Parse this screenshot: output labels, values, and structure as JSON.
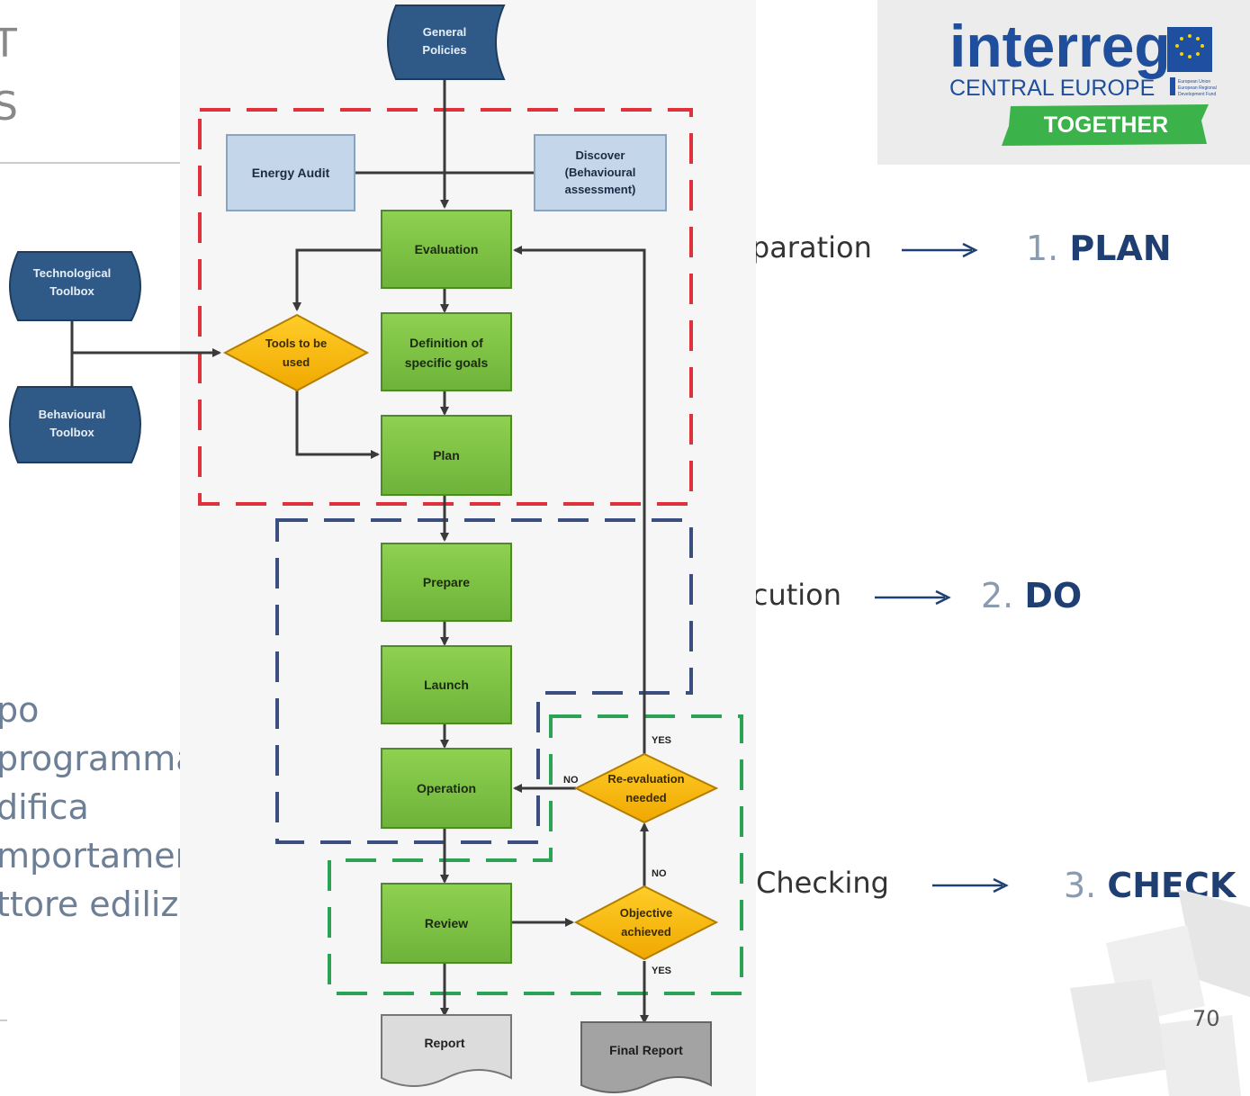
{
  "slide": {
    "page_number": "70",
    "background_fragments": {
      "top_left_1": "T",
      "top_left_2": "S",
      "left_lines": [
        "po",
        "programma",
        "difica",
        "mportamento",
        "ttore edilizio"
      ]
    }
  },
  "logo": {
    "brand": "interreg",
    "region": "CENTRAL EUROPE",
    "tagline": "TOGETHER",
    "eu_fund_text": "European Union European Regional Development Fund"
  },
  "phases": [
    {
      "label": "Preparation",
      "number": "1.",
      "name": "PLAN"
    },
    {
      "label": "Execution",
      "number": "2.",
      "name": "DO"
    },
    {
      "label": "Checking",
      "number": "3.",
      "name": "CHECK"
    }
  ],
  "flowchart": {
    "general_policies": [
      "General",
      "Policies"
    ],
    "energy_audit": "Energy Audit",
    "discover": [
      "Discover",
      "(Behavioural",
      "assessment)"
    ],
    "evaluation": "Evaluation",
    "definition": [
      "Definition of",
      "specific goals"
    ],
    "plan": "Plan",
    "tools": [
      "Tools to be",
      "used"
    ],
    "tech_toolbox": [
      "Technological",
      "Toolbox"
    ],
    "beh_toolbox": [
      "Behavioural",
      "Toolbox"
    ],
    "prepare": "Prepare",
    "launch": "Launch",
    "operation": "Operation",
    "review": "Review",
    "reevaluation": [
      "Re-evaluation",
      "needed"
    ],
    "objective": [
      "Objective",
      "achieved"
    ],
    "report": "Report",
    "final_report": "Final Report",
    "yes_top": "YES",
    "no_left": "NO",
    "no_mid": "NO",
    "yes_bottom": "YES"
  },
  "colors": {
    "green_box": "#7cc243",
    "blue_box": "#c4d6ea",
    "diamond": "#f5b800",
    "dark_blue": "#2f5a88",
    "plan_border": "#e0303a",
    "do_border": "#3a4f80",
    "check_border": "#2aa355"
  }
}
